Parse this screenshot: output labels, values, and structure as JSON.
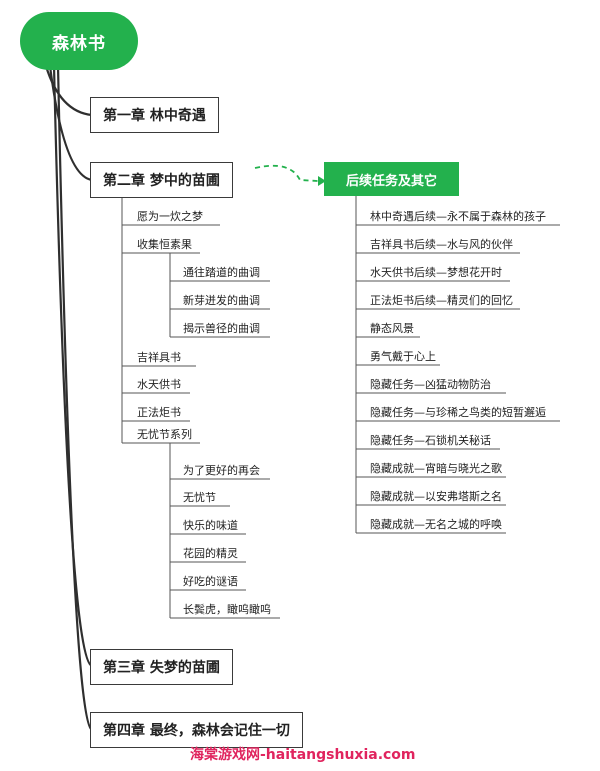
{
  "root": {
    "label": "森林书"
  },
  "chapters": [
    {
      "label": "第一章 林中奇遇"
    },
    {
      "label": "第二章 梦中的苗圃"
    },
    {
      "label": "第三章 失梦的苗圃"
    },
    {
      "label": "第四章 最终，森林会记住一切"
    }
  ],
  "chapter2": {
    "items": [
      {
        "label": "愿为一炊之梦"
      },
      {
        "label": "收集恒素果"
      },
      {
        "label": "吉祥具书"
      },
      {
        "label": "水天供书"
      },
      {
        "label": "正法炬书"
      },
      {
        "label": "无忧节系列"
      }
    ],
    "collect_sub": [
      {
        "label": "通往踏道的曲调"
      },
      {
        "label": "新芽迸发的曲调"
      },
      {
        "label": "揭示兽径的曲调"
      }
    ],
    "festival_sub": [
      {
        "label": "为了更好的再会"
      },
      {
        "label": "无忧节"
      },
      {
        "label": "快乐的味道"
      },
      {
        "label": "花园的精灵"
      },
      {
        "label": "好吃的谜语"
      },
      {
        "label": "长鬓虎，瞰呜瞰呜"
      }
    ]
  },
  "followup": {
    "title": "后续任务及其它",
    "items": [
      {
        "label": "林中奇遇后续—永不属于森林的孩子"
      },
      {
        "label": "吉祥具书后续—水与风的伙伴"
      },
      {
        "label": "水天供书后续—梦想花开时"
      },
      {
        "label": "正法炬书后续—精灵们的回忆"
      },
      {
        "label": "静态风景"
      },
      {
        "label": "勇气戴于心上"
      },
      {
        "label": "隐藏任务—凶猛动物防治"
      },
      {
        "label": "隐藏任务—与珍稀之鸟类的短暂邂逅"
      },
      {
        "label": "隐藏任务—石锁机关秘话"
      },
      {
        "label": "隐藏成就—宵暗与晓光之歌"
      },
      {
        "label": "隐藏成就—以安弗塔斯之名"
      },
      {
        "label": "隐藏成就—无名之城的呼唤"
      }
    ]
  },
  "watermark": "海棠游戏网-haitangshuxia.com",
  "colors": {
    "accent": "#23b14d",
    "watermark": "#e0245e"
  }
}
